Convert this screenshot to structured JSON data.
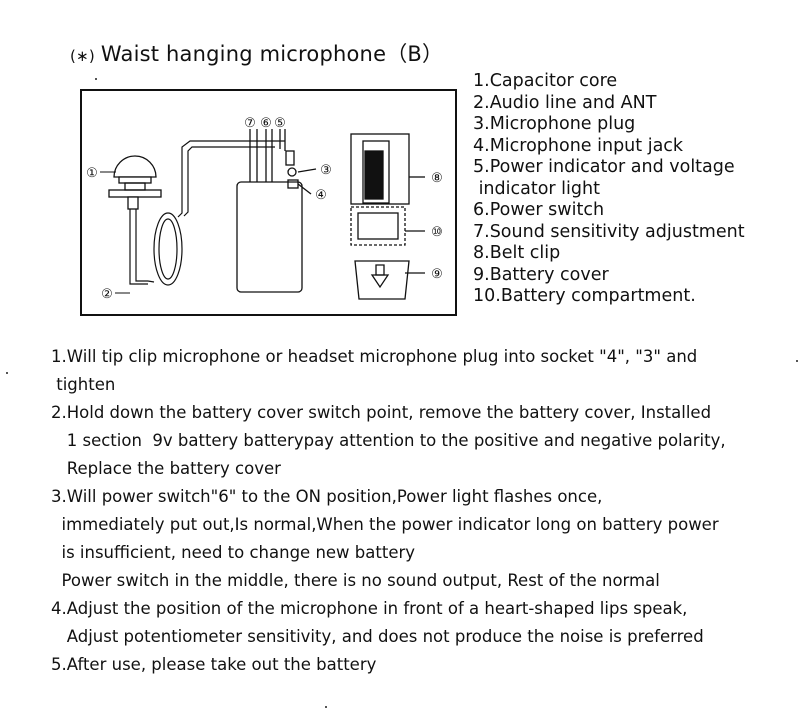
{
  "header": {
    "marker": "(∗)",
    "title": "Waist hanging microphone（B）"
  },
  "diagram": {
    "callouts": [
      "①",
      "②",
      "③",
      "④",
      "⑤",
      "⑥",
      "⑦",
      "⑧",
      "⑨",
      "⑩"
    ]
  },
  "parts_legend": [
    "1.Capacitor core",
    "2.Audio line and ANT",
    "3.Microphone plug",
    "4.Microphone input jack",
    "5.Power  indicator and voltage",
    " indicator light",
    "6.Power switch",
    "7.Sound  sensitivity adjustment",
    "8.Belt clip",
    "9.Battery cover",
    "10.Battery compartment."
  ],
  "instructions": [
    "1.Will tip clip microphone or headset microphone plug into socket \"4\", \"3\" and",
    " tighten",
    "2.Hold down the battery cover switch point, remove the battery cover, Installed",
    "   1 section  9v battery batterypay attention to the positive and negative polarity,",
    "   Replace the battery cover",
    "3.Will power switch\"6\" to the ON position,Power light flashes once,",
    "  immediately put out,Is normal,When the power indicator long on battery power",
    "  is insufficient, need to change new battery",
    "  Power switch in the middle, there is no sound output, Rest of the normal",
    "4.Adjust the position of the microphone in front of a heart-shaped lips speak,",
    "   Adjust potentiometer sensitivity, and does not produce the noise is preferred",
    "5.After use, please take out the battery"
  ]
}
